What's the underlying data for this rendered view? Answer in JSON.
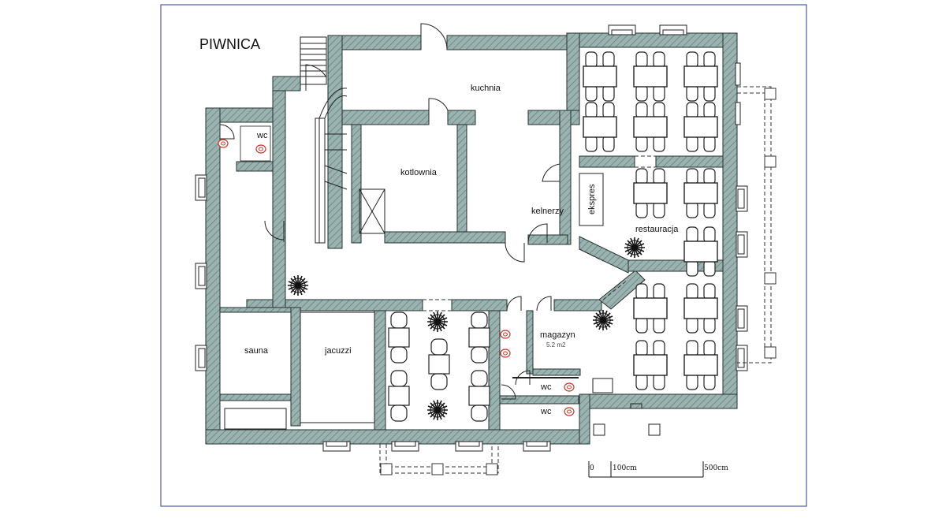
{
  "plan": {
    "title": "PIWNICA",
    "rooms": {
      "wc_top": "wc",
      "kuchnia": "kuchnia",
      "kotlownia": "kotlownia",
      "kelnerzy": "kelnerzy",
      "ekspres": "ekspres",
      "restauracja": "restauracja",
      "sauna": "sauna",
      "jacuzzi": "jacuzzi",
      "magazyn": "magazyn",
      "magazyn_area": "5.2 m2",
      "wc_1": "wc",
      "wc_2": "wc"
    },
    "scale": {
      "zero": "0",
      "mid": "100cm",
      "end": "500cm"
    }
  }
}
